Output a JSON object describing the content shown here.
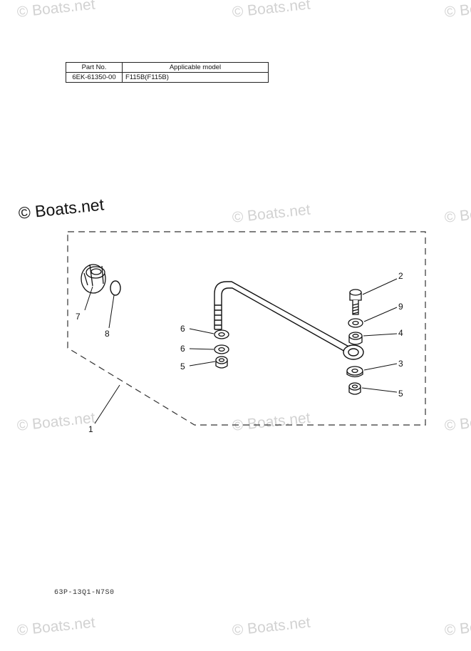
{
  "watermark": "© Boats.net",
  "main_watermark": "© Boats.net",
  "table": {
    "headers": [
      "Part No.",
      "Applicable model"
    ],
    "rows": [
      [
        "6EK-61350-00",
        "F115B(F115B)"
      ]
    ]
  },
  "callouts": {
    "c1": "1",
    "c2": "2",
    "c3": "3",
    "c4": "4",
    "c5a": "5",
    "c5b": "5",
    "c6a": "6",
    "c6b": "6",
    "c7": "7",
    "c8": "8",
    "c9": "9"
  },
  "footer_code": "63P-13Q1-N7S0"
}
